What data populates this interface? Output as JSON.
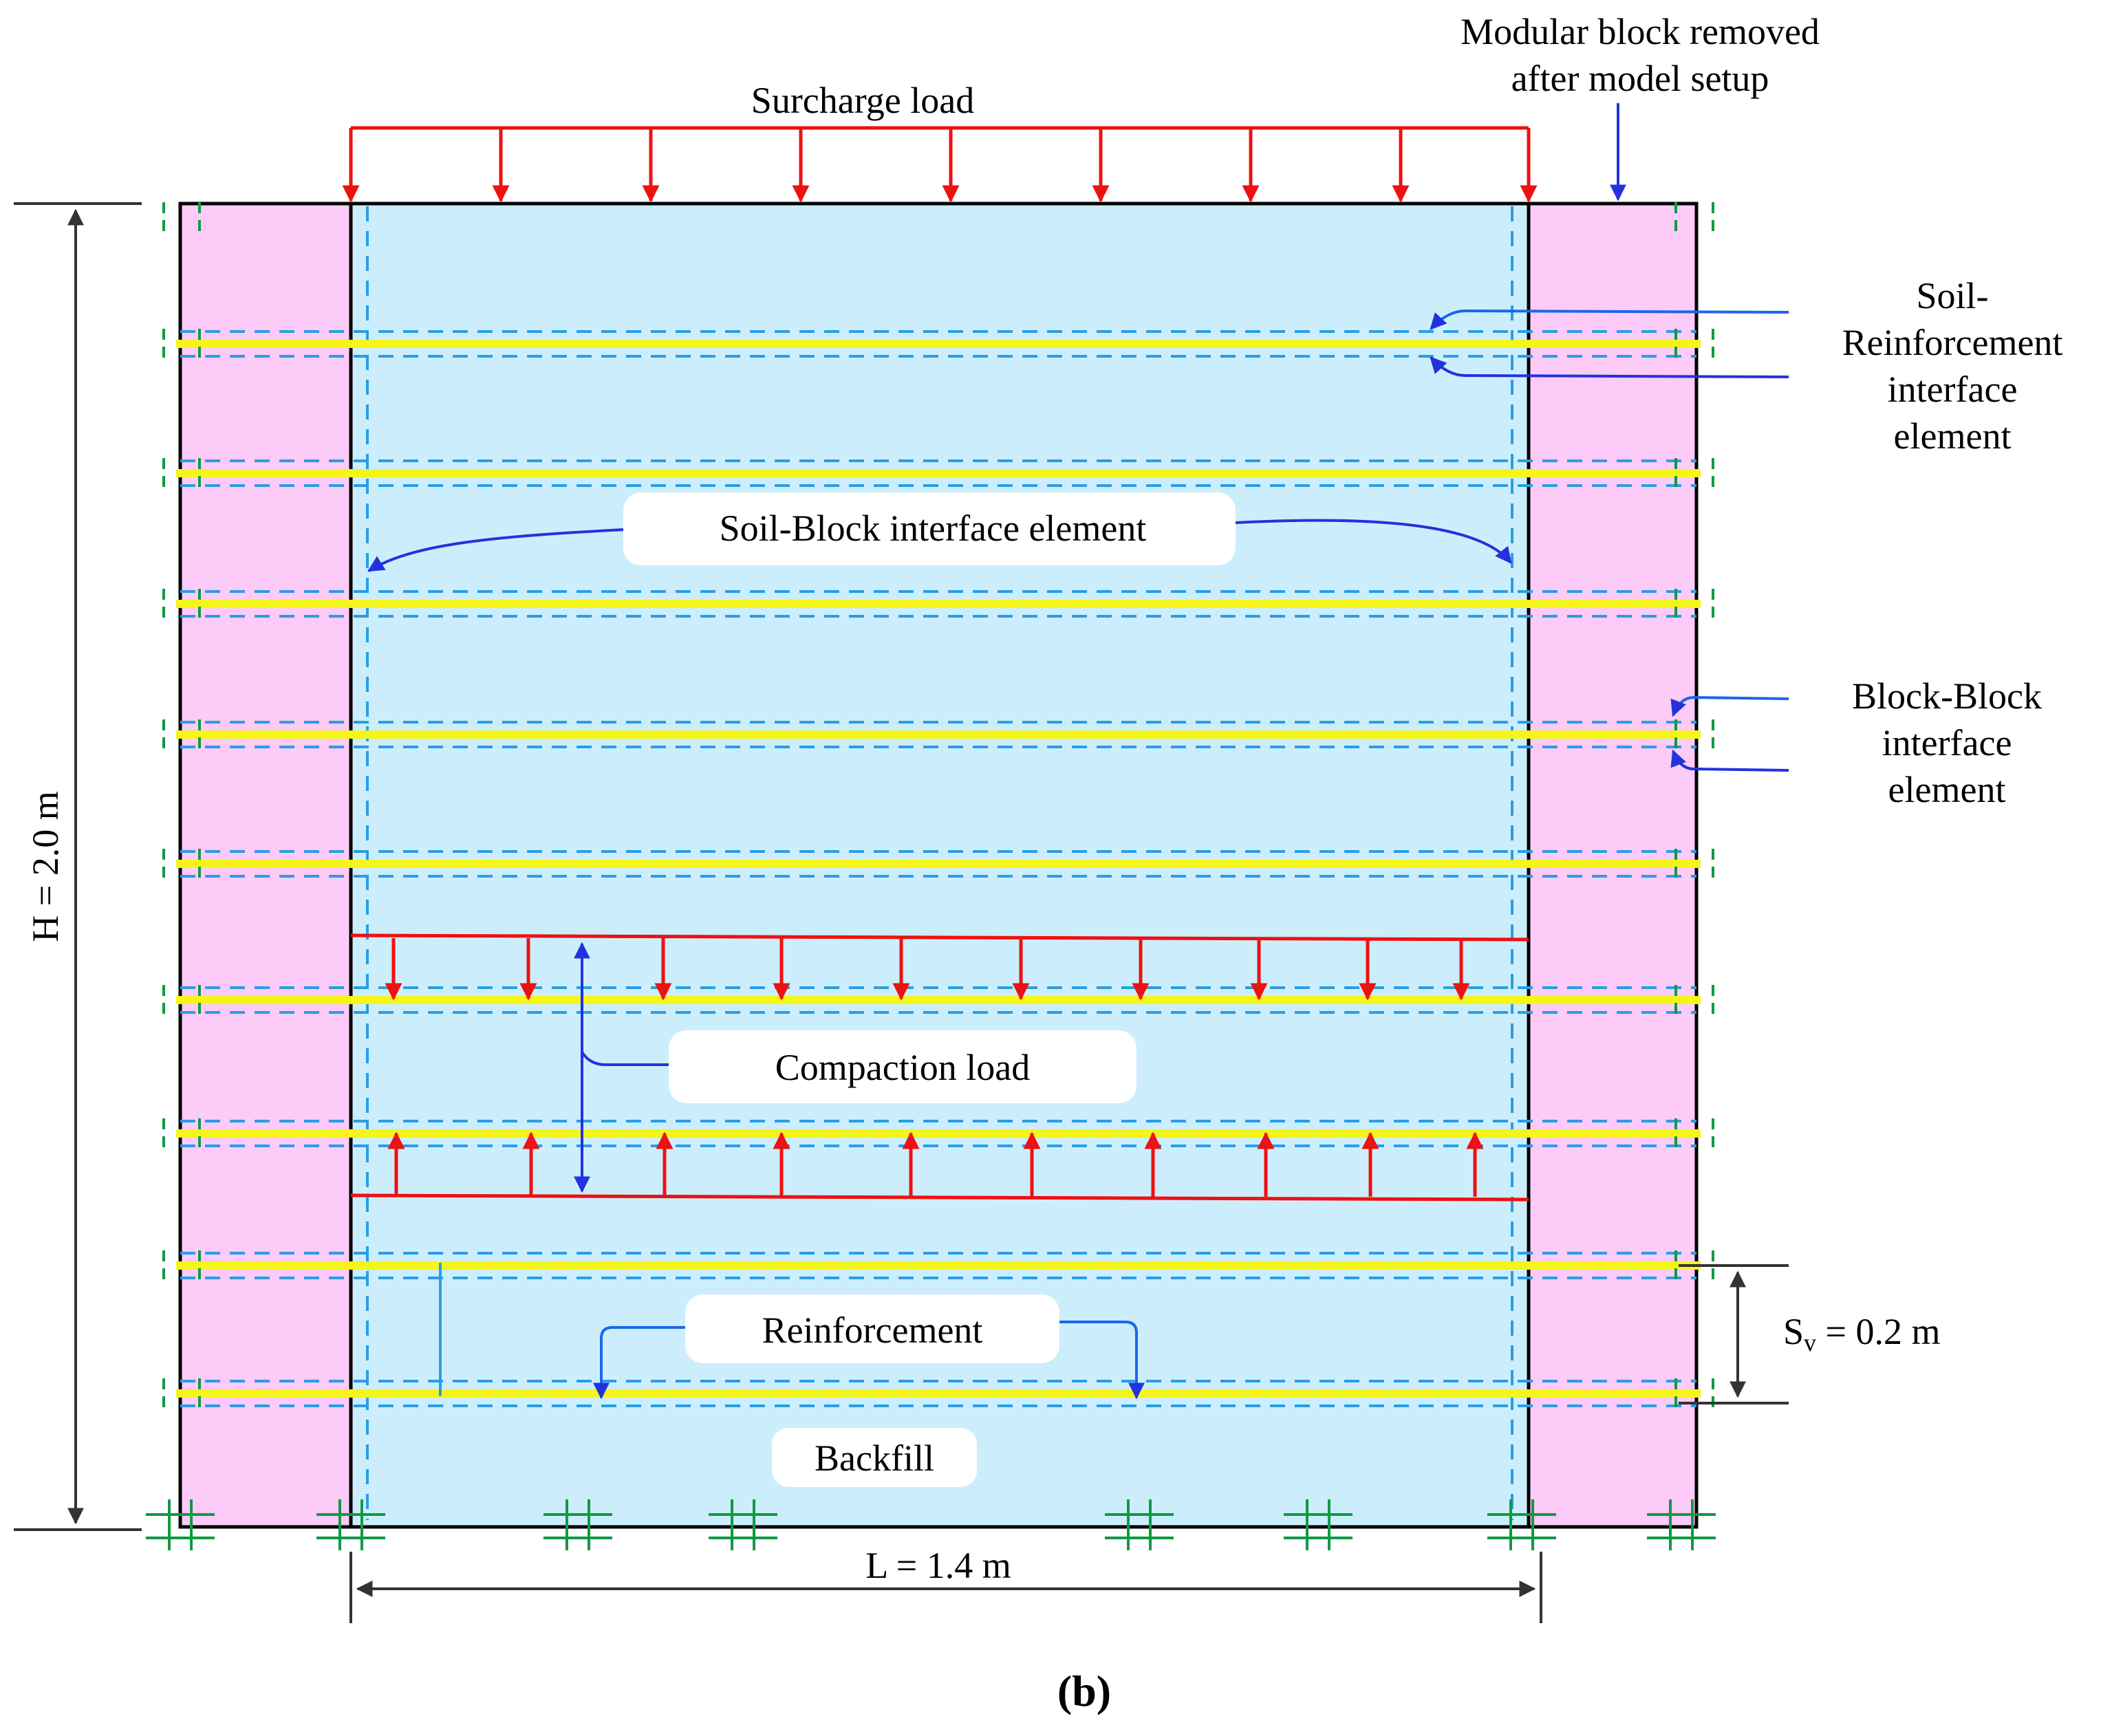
{
  "labels": {
    "surcharge": "Surcharge load",
    "modular_line1": "Modular block removed",
    "modular_line2": "after model setup",
    "soil_reinf_line1": "Soil-",
    "soil_reinf_line2": "Reinforcement",
    "soil_reinf_line3": "interface",
    "soil_reinf_line4": "element",
    "soil_block": "Soil-Block interface element",
    "block_block_line1": "Block-Block",
    "block_block_line2": "interface",
    "block_block_line3": "element",
    "compaction": "Compaction load",
    "reinforcement": "Reinforcement",
    "backfill": "Backfill",
    "height": "H = 2.0 m",
    "length": "L = 1.4 m",
    "spacing_main": "S",
    "spacing_sub": "v",
    "spacing_rest": " = 0.2 m",
    "caption": "(b)"
  },
  "colors": {
    "block_fill": "#fccbf7",
    "backfill_fill": "#cceefc",
    "reinforcement": "#f5f51a",
    "interface_dash": "#2a9de6",
    "load_arrow": "#ee1111",
    "pointer_arrow": "#2233dd",
    "pointer_line": "#1a66ee",
    "boundary": "#119944",
    "outline": "#000000"
  },
  "icons": {
    "load": "red-down-arrow",
    "support": "hash-fixity-symbol"
  }
}
